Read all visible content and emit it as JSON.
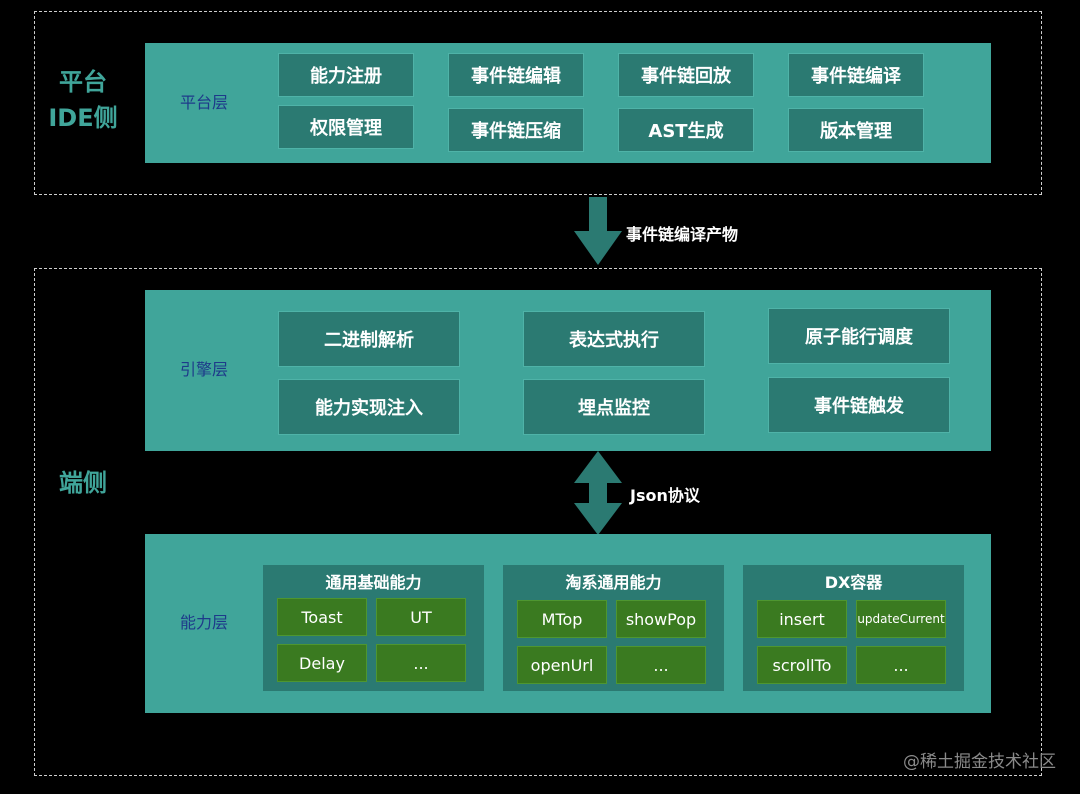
{
  "platform": {
    "section_label_line1": "平台",
    "section_label_line2": "IDE侧",
    "layer_title": "平台层",
    "row1": [
      "能力注册",
      "事件链编辑",
      "事件链回放",
      "事件链编译"
    ],
    "row2": [
      "权限管理",
      "事件链压缩",
      "AST生成",
      "版本管理"
    ]
  },
  "arrow1_label": "事件链编译产物",
  "client": {
    "section_label": "端侧",
    "engine": {
      "layer_title": "引擎层",
      "row1": [
        "二进制解析",
        "表达式执行",
        "原子能行调度"
      ],
      "row2": [
        "能力实现注入",
        "埋点监控",
        "事件链触发"
      ]
    },
    "arrow2_label": "Json协议",
    "capability": {
      "layer_title": "能力层",
      "groups": [
        {
          "title": "通用基础能力",
          "items": [
            "Toast",
            "UT",
            "Delay",
            "..."
          ]
        },
        {
          "title": "淘系通用能力",
          "items": [
            "MTop",
            "showPop",
            "openUrl",
            "..."
          ]
        },
        {
          "title": "DX容器",
          "items": [
            "insert",
            "updateCurrent",
            "scrollTo",
            "..."
          ]
        }
      ]
    }
  },
  "colors": {
    "layer": "#40A59A",
    "box": "#2B7A72",
    "capability": "#3A7A20",
    "layer_title": "#1E3A8A",
    "arrow": "#2B7A72"
  },
  "watermark": "@稀土掘金技术社区"
}
